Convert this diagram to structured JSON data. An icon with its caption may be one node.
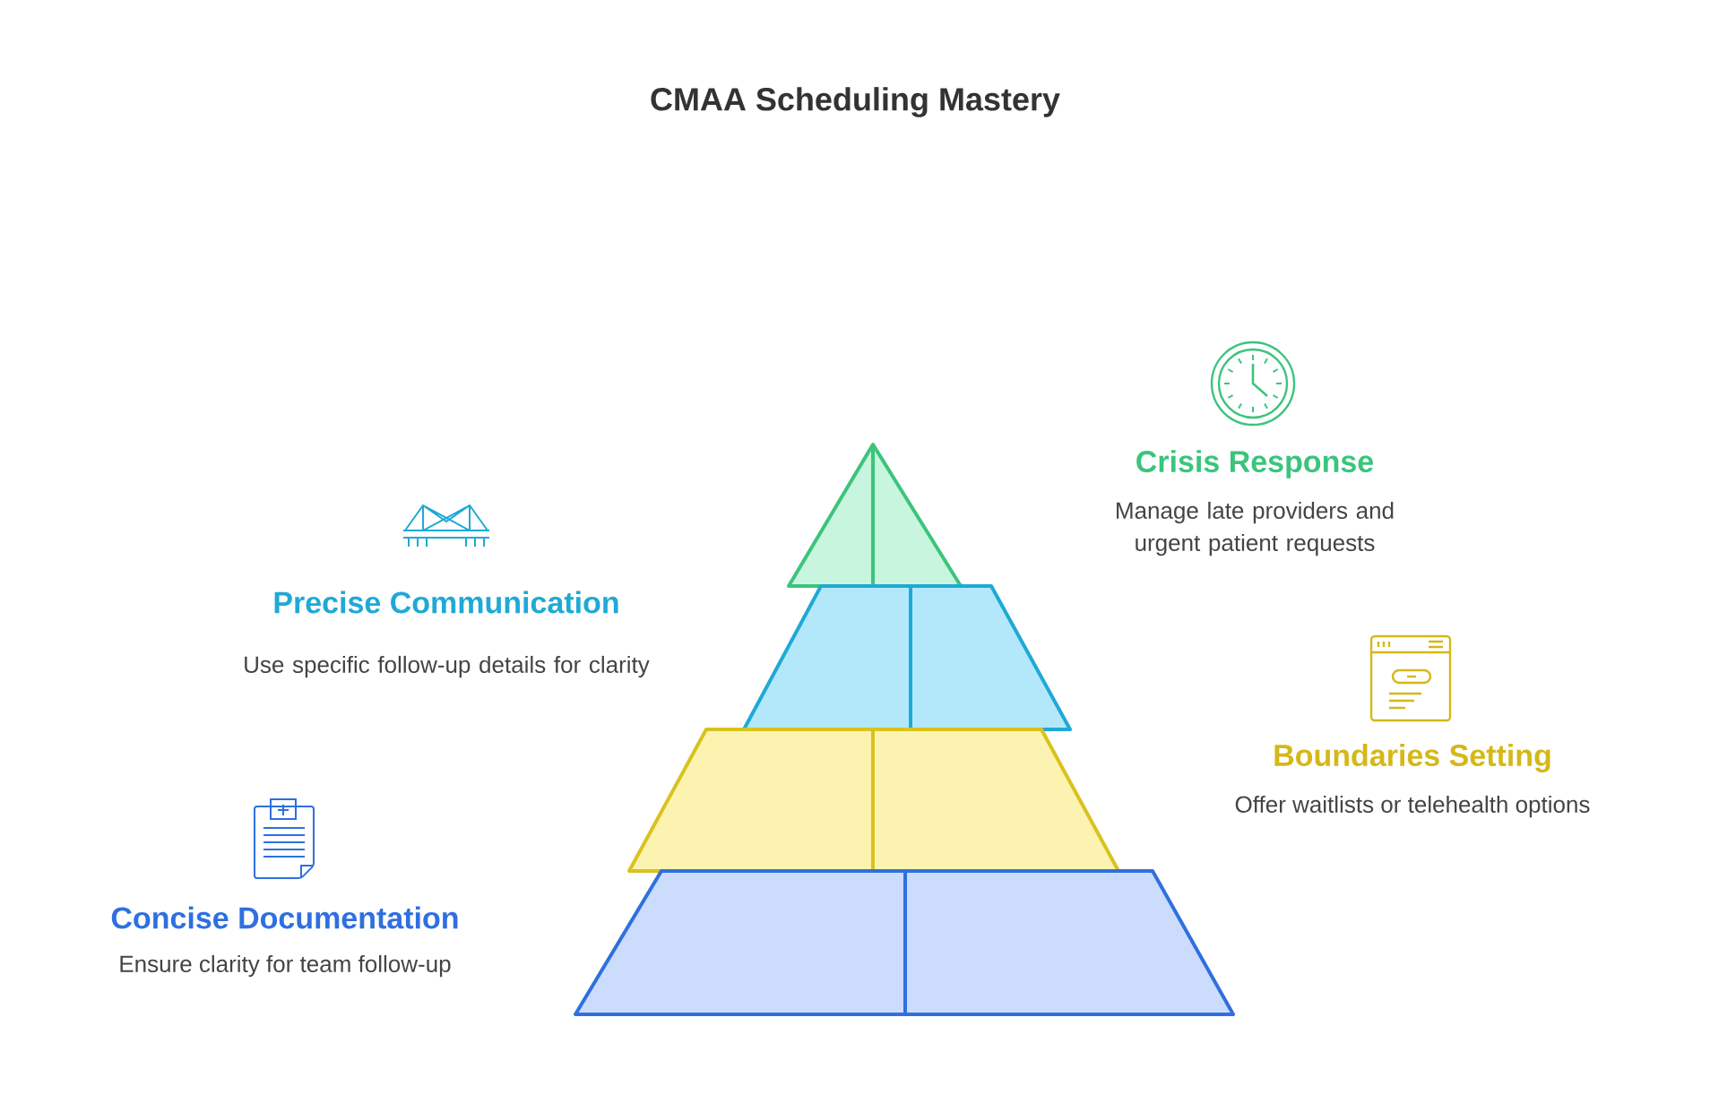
{
  "diagram": {
    "title": "CMAA Scheduling Mastery",
    "labels": [
      "Crisis Response",
      "Manage late providers and urgent patient requests",
      "Precise Communication",
      "Use specific follow-up details for clarity",
      "Boundaries Setting",
      "Offer waitlists or telehealth options",
      "Concise Documentation",
      "Ensure clarity for team follow-up"
    ]
  }
}
